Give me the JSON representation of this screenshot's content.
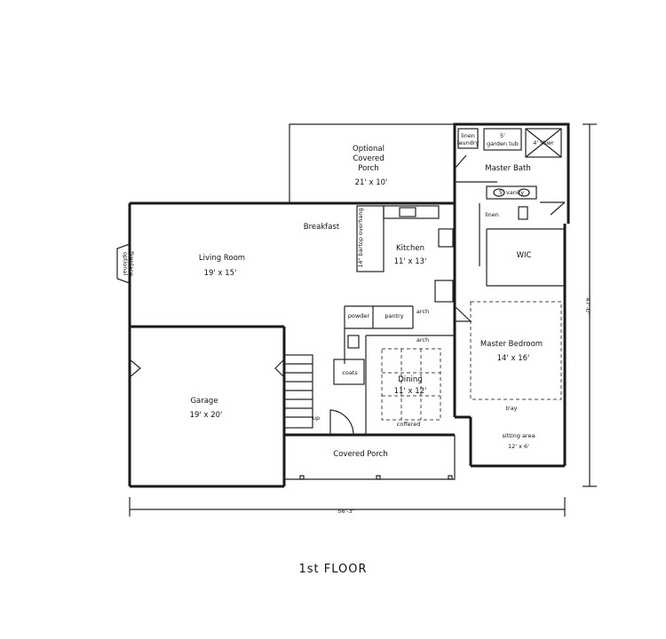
{
  "caption": "1st   FLOOR",
  "rooms": {
    "optional_porch": [
      "Optional",
      "Covered",
      "Porch",
      "21' x 10'"
    ],
    "master_bath": "Master Bath",
    "linen_laundry": [
      "linen",
      "laundry"
    ],
    "garden_tub": [
      "5'",
      "garden tub"
    ],
    "shower": "4' shwr",
    "vanity": "5' vanity",
    "linen": "linen",
    "wic": "WIC",
    "breakfast": "Breakfast",
    "bartop": "14\" bartop overhang",
    "kitchen": [
      "Kitchen",
      "11' x 13'"
    ],
    "living_room": [
      "Living Room",
      "19' x 15'"
    ],
    "fireplace": [
      "optional",
      "fireplace"
    ],
    "powder": "powder",
    "pantry": "pantry",
    "arch_top": "arch",
    "arch_bottom": "arch",
    "master_bedroom": [
      "Master Bedroom",
      "14' x 16'"
    ],
    "tray": "tray",
    "sitting_area": [
      "sitting area",
      "12' x 6'"
    ],
    "coats": "coats",
    "dining": [
      "Dining",
      "11' x 12'"
    ],
    "coffered": "coffered",
    "up": "up",
    "garage": [
      "Garage",
      "19' x 20'"
    ],
    "covered_porch": "Covered Porch"
  },
  "dimensions": {
    "overall_width": "56'-3\"",
    "overall_depth": "47'-0\""
  }
}
